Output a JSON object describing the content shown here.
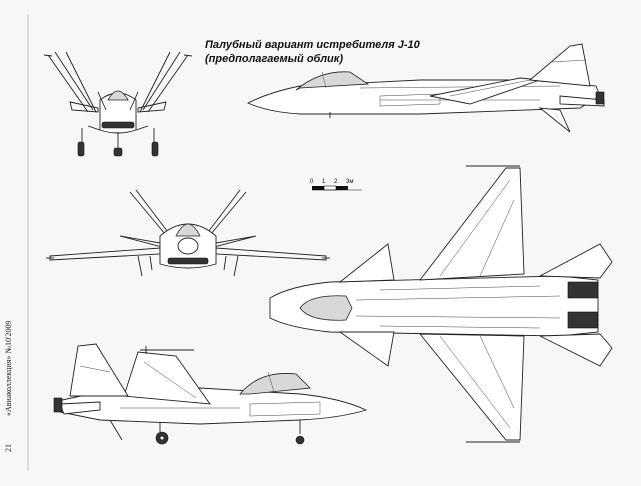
{
  "title": {
    "line1": "Палубный вариант истребителя J-10",
    "line2": "(предполагаемый облик)"
  },
  "scale_bar": {
    "ticks": [
      "0",
      "1",
      "2",
      "3м"
    ]
  },
  "side_caption": {
    "page_number": "21",
    "magazine": "«Авиаколлекция» №10'2009"
  }
}
